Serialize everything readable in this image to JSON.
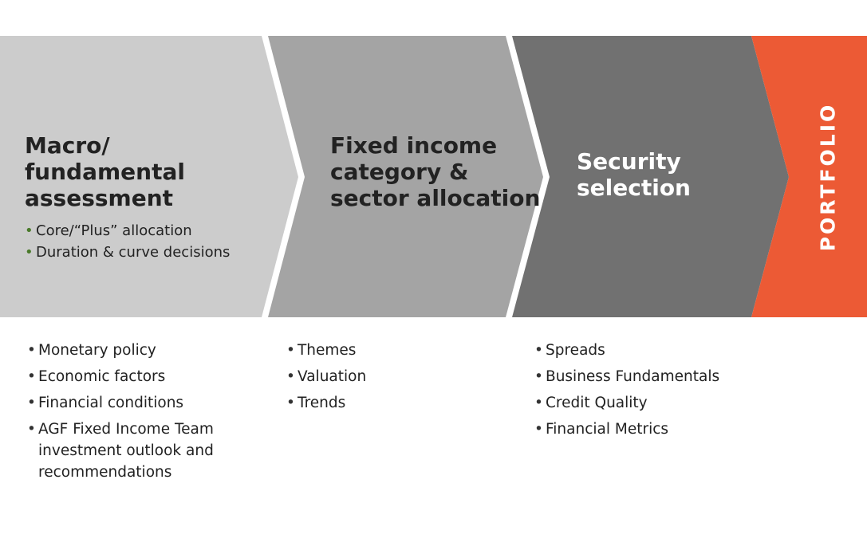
{
  "colors": {
    "stage1": "#cccccc",
    "stage2": "#a4a4a4",
    "stage3": "#717171",
    "portfolio": "#ec5a35",
    "inner_bullet": "#4a7a2a"
  },
  "stages": [
    {
      "title": "Macro/\nfundamental\nassessment",
      "inner_bullets": [
        "Core/“Plus” allocation",
        "Duration & curve decisions"
      ],
      "outer_bullets": [
        "Monetary policy",
        "Economic factors",
        "Financial conditions",
        "AGF Fixed Income Team investment outlook and recommendations"
      ]
    },
    {
      "title": "Fixed income\ncategory &\nsector allocation",
      "outer_bullets": [
        "Themes",
        "Valuation",
        "Trends"
      ]
    },
    {
      "title": "Security\nselection",
      "outer_bullets": [
        "Spreads",
        "Business Fundamentals",
        "Credit Quality",
        "Financial Metrics"
      ]
    }
  ],
  "portfolio": {
    "label": "PORTFOLIO"
  }
}
